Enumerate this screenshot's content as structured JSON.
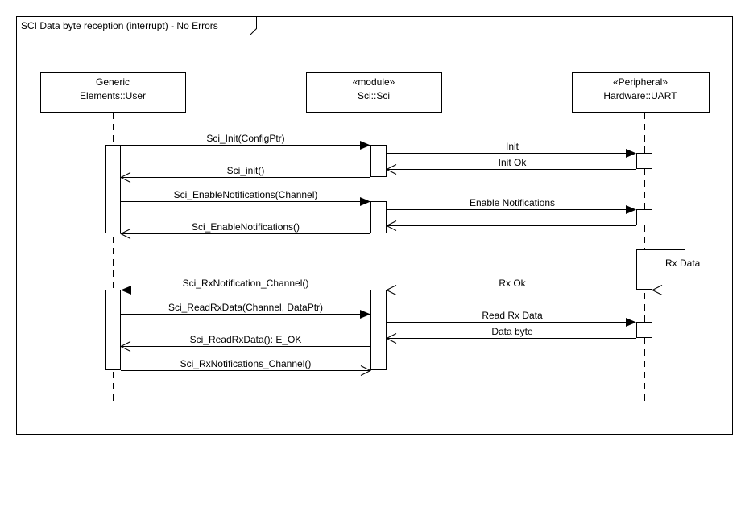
{
  "frame": {
    "title": "SCI Data byte reception (interrupt) - No Errors"
  },
  "lifelines": [
    {
      "id": "user",
      "lines": [
        "Generic",
        "Elements::User"
      ]
    },
    {
      "id": "sci",
      "lines": [
        "«module»",
        "Sci::Sci"
      ]
    },
    {
      "id": "uart",
      "lines": [
        "«Peripheral»",
        "Hardware::UART"
      ]
    }
  ],
  "messages": [
    {
      "label": "Sci_Init(ConfigPtr)",
      "from": "user",
      "to": "sci",
      "kind": "sync"
    },
    {
      "label": "Init",
      "from": "sci",
      "to": "uart",
      "kind": "sync"
    },
    {
      "label": "Init Ok",
      "from": "uart",
      "to": "sci",
      "kind": "reply"
    },
    {
      "label": "Sci_init()",
      "from": "sci",
      "to": "user",
      "kind": "reply"
    },
    {
      "label": "Sci_EnableNotifications(Channel)",
      "from": "user",
      "to": "sci",
      "kind": "sync"
    },
    {
      "label": "Enable Notifications",
      "from": "sci",
      "to": "uart",
      "kind": "sync"
    },
    {
      "label": "",
      "from": "uart",
      "to": "sci",
      "kind": "reply"
    },
    {
      "label": "Sci_EnableNotifications()",
      "from": "sci",
      "to": "user",
      "kind": "reply"
    },
    {
      "label": "Rx Data",
      "from": "uart",
      "to": "uart",
      "kind": "self"
    },
    {
      "label": "Rx Ok",
      "from": "uart",
      "to": "sci",
      "kind": "reply"
    },
    {
      "label": "Sci_RxNotification_Channel()",
      "from": "sci",
      "to": "user",
      "kind": "sync"
    },
    {
      "label": "Sci_ReadRxData(Channel, DataPtr)",
      "from": "user",
      "to": "sci",
      "kind": "sync"
    },
    {
      "label": "Read Rx Data",
      "from": "sci",
      "to": "uart",
      "kind": "sync"
    },
    {
      "label": "Data byte",
      "from": "uart",
      "to": "sci",
      "kind": "reply"
    },
    {
      "label": "Sci_ReadRxData(): E_OK",
      "from": "sci",
      "to": "user",
      "kind": "reply"
    },
    {
      "label": "Sci_RxNotifications_Channel()",
      "from": "user",
      "to": "sci",
      "kind": "reply"
    }
  ],
  "colors": {
    "line": "#000000",
    "background": "#ffffff"
  }
}
